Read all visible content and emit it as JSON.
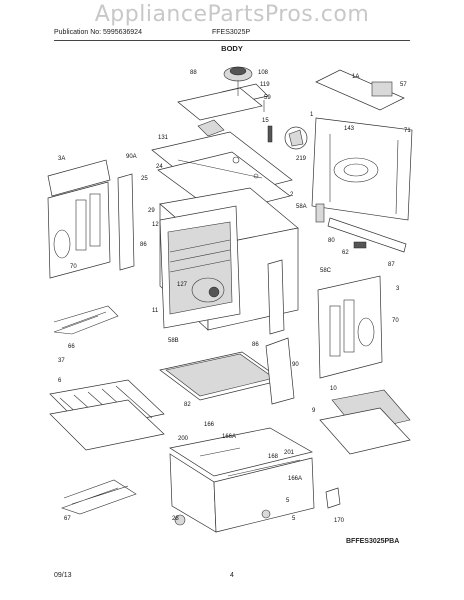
{
  "watermark": "AppliancePartsPros.com",
  "header": {
    "publication": "Publication No: 5995636924",
    "model": "FFES3025P",
    "section": "BODY"
  },
  "footer": {
    "date": "09/13",
    "page": "4",
    "diagram_code": "BFFES3025PBA"
  },
  "part_labels": [
    "88",
    "108",
    "119",
    "59",
    "131",
    "15",
    "219",
    "24",
    "1A",
    "57",
    "143",
    "1",
    "71",
    "3A",
    "90A",
    "25",
    "2",
    "58A",
    "29",
    "12",
    "86",
    "80",
    "87",
    "62",
    "70",
    "127",
    "58C",
    "3",
    "11",
    "70",
    "66",
    "58B",
    "86",
    "37",
    "90",
    "6",
    "10",
    "82",
    "9",
    "166",
    "166A",
    "200",
    "201",
    "168",
    "166A",
    "67",
    "5",
    "170",
    "5",
    "28"
  ]
}
